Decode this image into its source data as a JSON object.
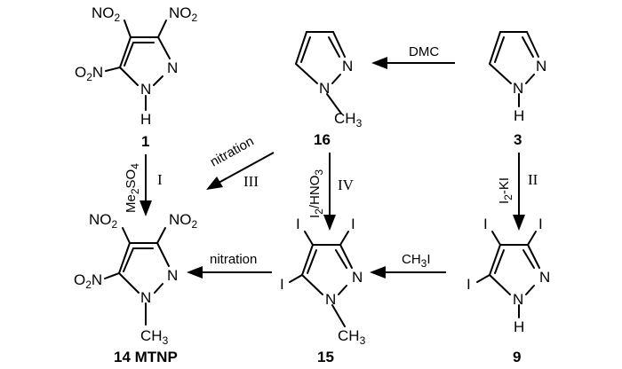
{
  "compounds": {
    "c1": {
      "number": "1"
    },
    "c3": {
      "number": "3"
    },
    "c16": {
      "number": "16"
    },
    "c14": {
      "number": "14 MTNP"
    },
    "c15": {
      "number": "15"
    },
    "c9": {
      "number": "9"
    }
  },
  "atoms": {
    "N": "N",
    "H": "H",
    "I": "I",
    "NO2": "NO",
    "NO2_sub": "2",
    "O2N_O": "O",
    "O2N_sub": "2",
    "O2N_N": "N",
    "CH3": "CH",
    "CH3_sub": "3"
  },
  "reactions": {
    "dmc": {
      "reagent": "DMC"
    },
    "r_I": {
      "reagent_main": "Me",
      "reagent_sub1": "2",
      "reagent_mid": "SO",
      "reagent_sub2": "4",
      "step": "I"
    },
    "r_II": {
      "reagent": "I",
      "reagent_sub": "2",
      "reagent_tail": "-KI",
      "step": "II"
    },
    "r_III": {
      "reagent": "nitration",
      "step": "III"
    },
    "r_IV": {
      "reagent": "I",
      "reagent_sub": "2",
      "reagent_tail": "/HNO",
      "reagent_sub2": "3",
      "step": "IV"
    },
    "r_nitration": {
      "reagent": "nitration"
    },
    "r_ch3i": {
      "reagent": "CH",
      "reagent_sub": "3",
      "reagent_tail": "I"
    }
  }
}
